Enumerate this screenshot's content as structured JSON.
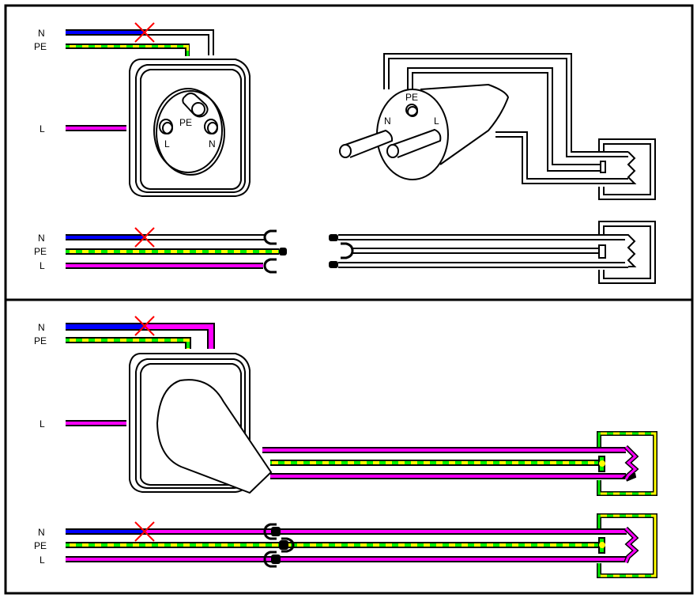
{
  "colors": {
    "neutral": "#0000ff",
    "phase": "#ff00ff",
    "earth_a": "#00ee00",
    "earth_b": "#ffff00",
    "cut_mark": "#ff0000",
    "outline": "#000000",
    "background": "#ffffff"
  },
  "panel_top": {
    "wire_labels": {
      "n": "N",
      "pe": "PE",
      "l": "L"
    },
    "socket_labels": {
      "pe": "PE",
      "l": "L",
      "n": "N"
    },
    "plug_labels": {
      "pe": "PE",
      "n": "N",
      "l": "L"
    },
    "schematic_labels": {
      "n": "N",
      "pe": "PE",
      "l": "L"
    }
  },
  "panel_bottom": {
    "wire_labels": {
      "n": "N",
      "pe": "PE",
      "l": "L"
    },
    "schematic_labels": {
      "n": "N",
      "pe": "PE",
      "l": "L"
    }
  }
}
